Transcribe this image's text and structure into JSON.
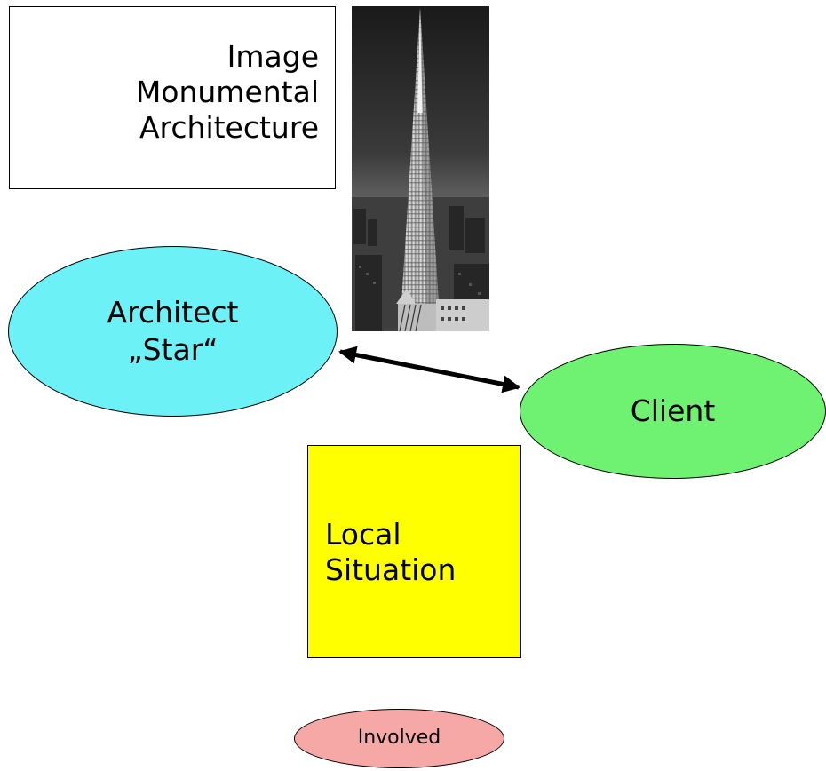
{
  "image_box": {
    "lines": [
      "Image",
      "Monumental",
      "Architecture"
    ]
  },
  "photo": {
    "subject": "skyscraper-photo"
  },
  "architect": {
    "lines": [
      "Architect",
      "„Star“"
    ]
  },
  "client": {
    "label": "Client"
  },
  "local_situation": {
    "lines": [
      "Local",
      "Situation"
    ]
  },
  "involved": {
    "label": "Involved"
  },
  "colors": {
    "architect": "#6cf1f7",
    "client": "#6ff272",
    "local_situation": "#ffff00",
    "involved": "#f6a8a6"
  }
}
